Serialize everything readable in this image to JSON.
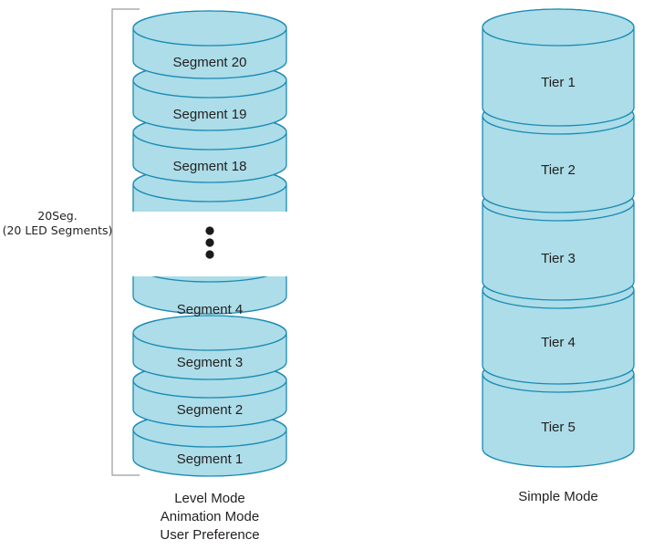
{
  "colors": {
    "fill": "#acdde8",
    "stroke": "#1b8ab5",
    "text": "#231f20",
    "bracket": "#9a9a9a",
    "dots": "#1a1a1a"
  },
  "left_stack": {
    "bracket_label": [
      "20Seg.",
      "(20 LED Segments)"
    ],
    "top_segments": [
      "Segment 20",
      "Segment 19",
      "Segment 18"
    ],
    "bottom_segments": [
      "Segment 4",
      "Segment 3",
      "Segment 2",
      "Segment 1"
    ],
    "ellipsis_icon": "vertical-ellipsis",
    "caption": [
      "Level Mode",
      "Animation Mode",
      "User Preference"
    ]
  },
  "right_stack": {
    "tiers": [
      "Tier 1",
      "Tier 2",
      "Tier 3",
      "Tier 4",
      "Tier 5"
    ],
    "caption": "Simple Mode"
  }
}
